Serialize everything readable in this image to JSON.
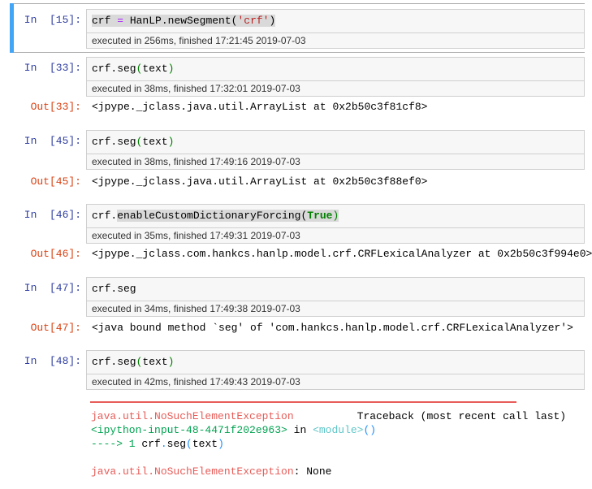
{
  "cells": [
    {
      "prompt": "In  [15]:",
      "code_parts": [
        "crf ",
        "=",
        " HanLP.newSegment(",
        "'crf'",
        ")"
      ],
      "exec": "executed in 256ms, finished 17:21:45 2019-07-03",
      "selected": true
    },
    {
      "prompt": "In  [33]:",
      "code_parts": [
        "crf.seg",
        "(",
        "text",
        ")"
      ],
      "exec": "executed in 38ms, finished 17:32:01 2019-07-03",
      "out_prompt": "Out[33]:",
      "output": "<jpype._jclass.java.util.ArrayList at 0x2b50c3f81cf8>"
    },
    {
      "prompt": "In  [45]:",
      "code_parts": [
        "crf.seg",
        "(",
        "text",
        ")"
      ],
      "exec": "executed in 38ms, finished 17:49:16 2019-07-03",
      "out_prompt": "Out[45]:",
      "output": "<jpype._jclass.java.util.ArrayList at 0x2b50c3f88ef0>"
    },
    {
      "prompt": "In  [46]:",
      "code_parts": [
        "crf.",
        "enableCustomDictionaryForcing(",
        "True",
        ")"
      ],
      "exec": "executed in 35ms, finished 17:49:31 2019-07-03",
      "out_prompt": "Out[46]:",
      "output": "<jpype._jclass.com.hankcs.hanlp.model.crf.CRFLexicalAnalyzer at 0x2b50c3f994e0>"
    },
    {
      "prompt": "In  [47]:",
      "code_parts": [
        "crf.seg"
      ],
      "exec": "executed in 34ms, finished 17:49:38 2019-07-03",
      "out_prompt": "Out[47]:",
      "output": "<java bound method `seg' of 'com.hankcs.hanlp.model.crf.CRFLexicalAnalyzer'>"
    },
    {
      "prompt": "In  [48]:",
      "code_parts": [
        "crf.seg",
        "(",
        "text",
        ")"
      ],
      "exec": "executed in 42ms, finished 17:49:43 2019-07-03"
    }
  ],
  "traceback": {
    "exception": "java.util.NoSuchElementException",
    "header_right": "          Traceback (most recent call last)",
    "input_ref": "<ipython-input-48-4471f202e963>",
    "in_word": " in ",
    "module": "<module>",
    "module_parens": "()",
    "arrow": "----> 1 ",
    "line_code_a": "crf",
    "line_code_dot": ".",
    "line_code_b": "seg",
    "line_code_paren_open": "(",
    "line_code_arg": "text",
    "line_code_paren_close": ")",
    "final_exception": "java.util.NoSuchElementException",
    "final_message": ": None"
  },
  "colors": {
    "selected_bar": "#42a5f5",
    "in_prompt": "#303f9f",
    "out_prompt": "#d84315",
    "error_red": "#e75c58",
    "keyword_green": "#008000"
  }
}
